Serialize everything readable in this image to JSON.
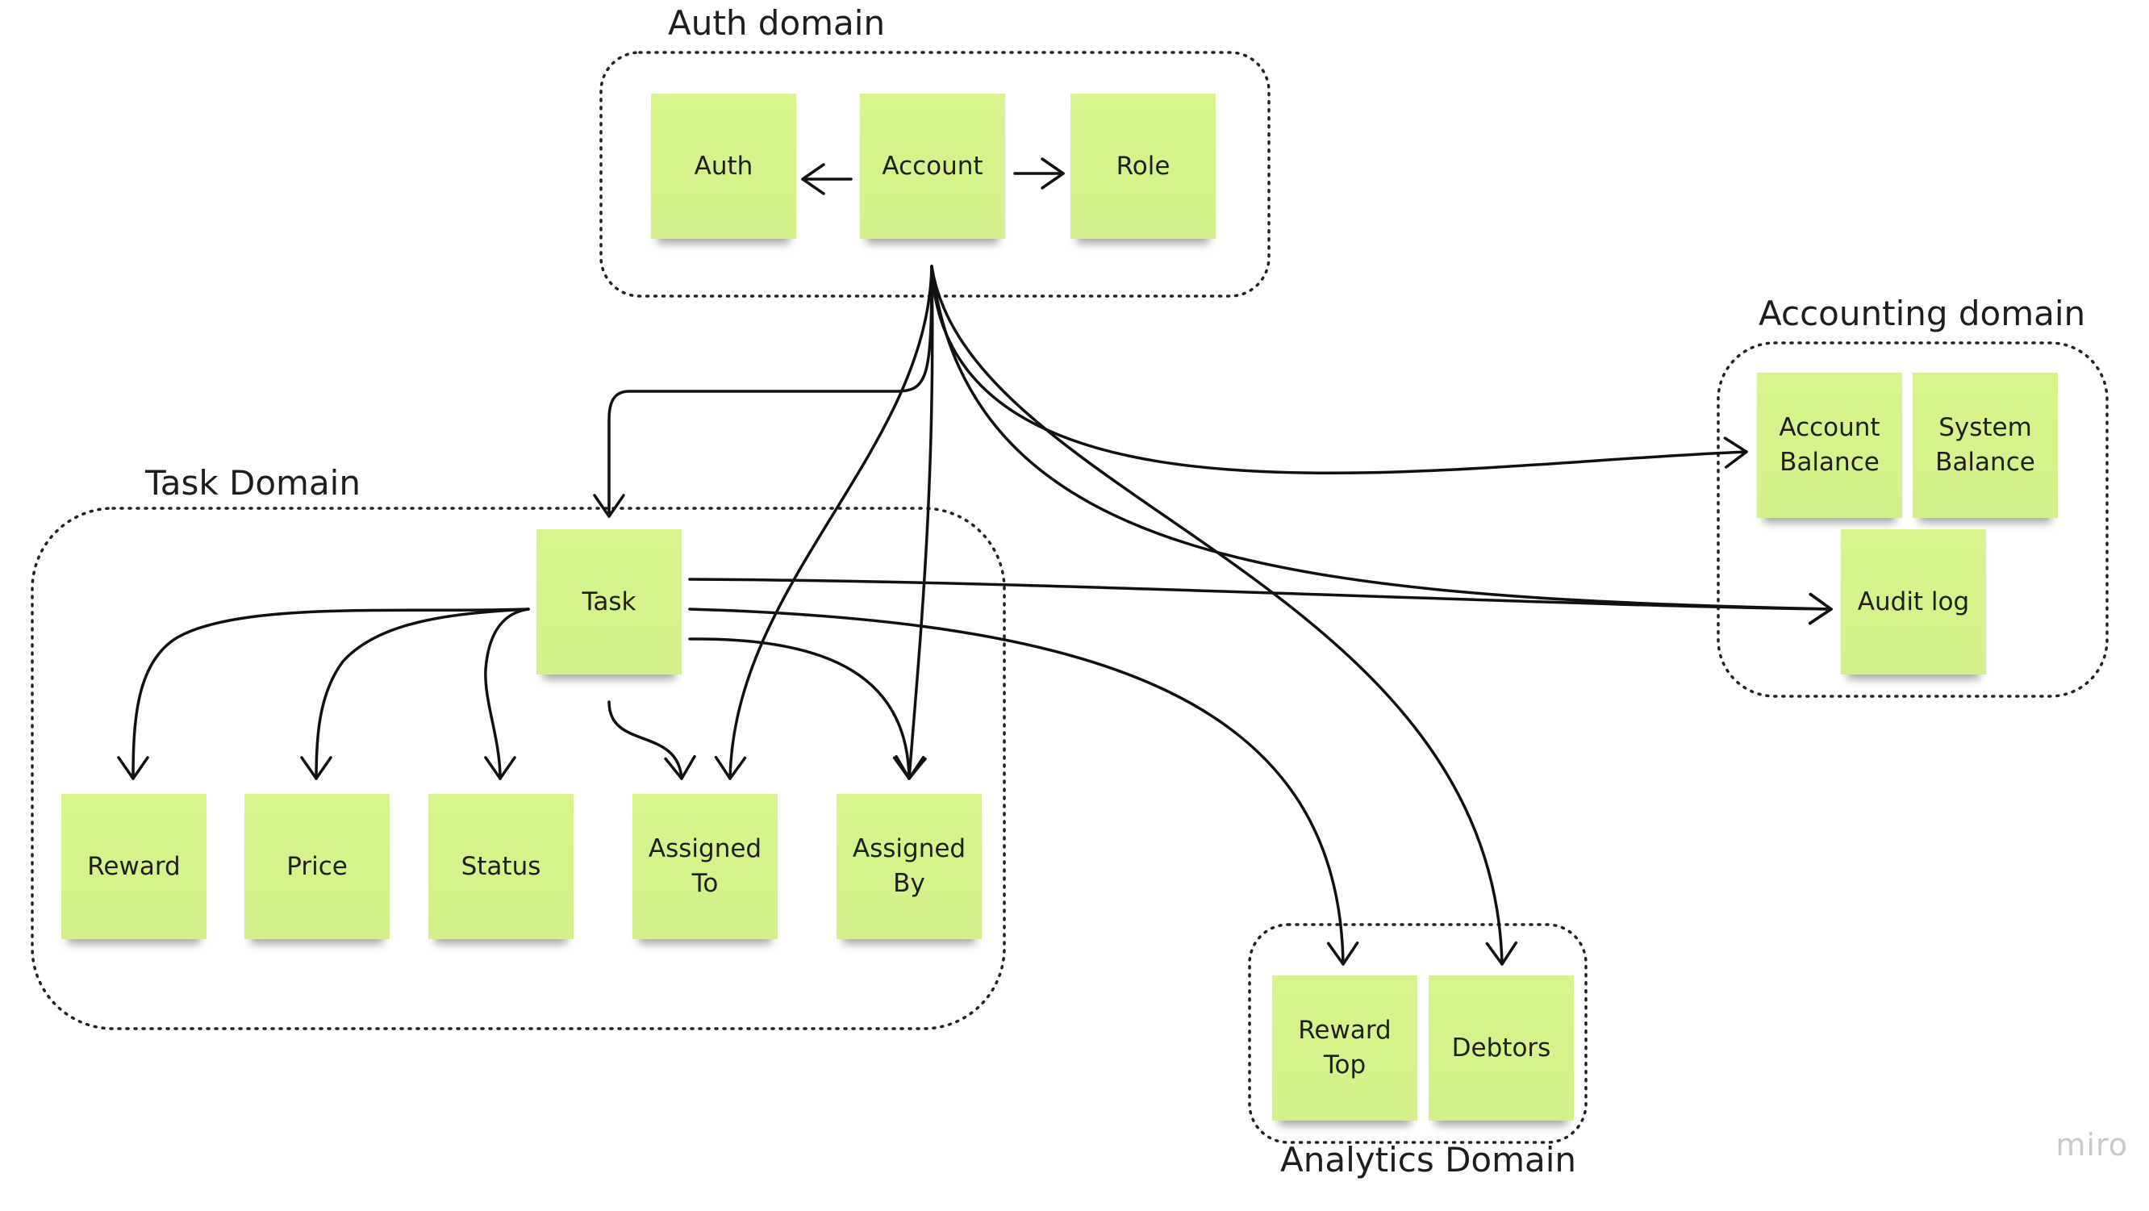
{
  "domains": {
    "auth": {
      "label": "Auth domain"
    },
    "accounting": {
      "label": "Accounting domain"
    },
    "task": {
      "label": "Task Domain"
    },
    "analytics": {
      "label": "Analytics Domain"
    }
  },
  "stickies": {
    "auth": "Auth",
    "account": "Account",
    "role": "Role",
    "account_balance": "Account\nBalance",
    "system_balance": "System\nBalance",
    "audit_log": "Audit log",
    "task": "Task",
    "reward": "Reward",
    "price": "Price",
    "status": "Status",
    "assigned_to": "Assigned\nTo",
    "assigned_by": "Assigned\nBy",
    "reward_top": "Reward\nTop",
    "debtors": "Debtors"
  },
  "colors": {
    "sticky": "#d6f28b",
    "line": "#111111",
    "watermark": "#c9c9c9"
  },
  "watermark": "miro"
}
